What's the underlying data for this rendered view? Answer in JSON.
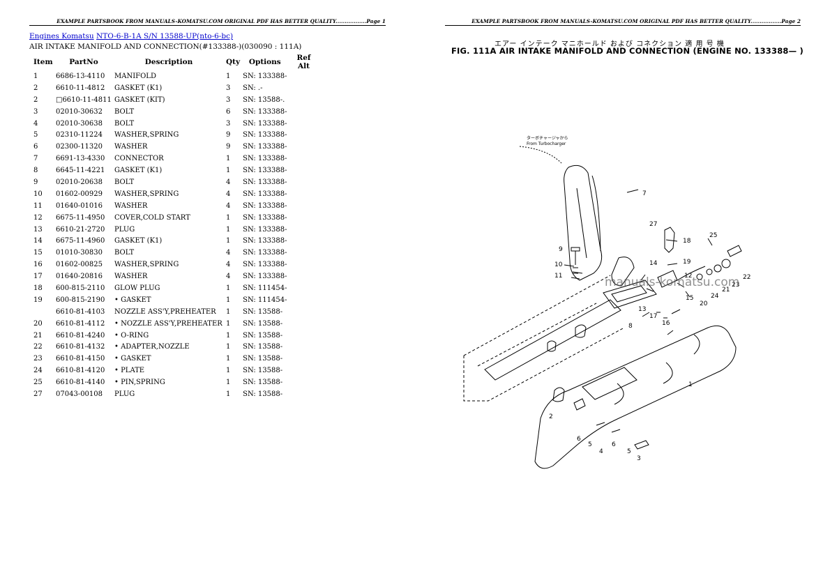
{
  "banner_left": "EXAMPLE PARTSBOOK FROM MANUALS-KOMATSU.COM ORIGINAL PDF HAS BETTER QUALITY.................Page 1",
  "banner_right": "EXAMPLE PARTSBOOK FROM MANUALS-KOMATSU.COM ORIGINAL PDF HAS BETTER QUALITY.................Page 2",
  "breadcrumb": {
    "link1": "Engines Komatsu",
    "link2": "NTO-6-B-1A S/N 13588-UP(nto-6-bc)"
  },
  "subtitle": "AIR INTAKE MANIFOLD AND CONNECTION(#133388-)(030090 : 111A)",
  "table": {
    "headers": [
      "Item",
      "PartNo",
      "Description",
      "Qty",
      "Options",
      "Ref Alt"
    ],
    "rows": [
      [
        "1",
        "6686-13-4110",
        "MANIFOLD",
        "1",
        "SN: 133388-"
      ],
      [
        "2",
        "6610-11-4812",
        "GASKET (K1)",
        "3",
        "SN: .-"
      ],
      [
        "2",
        "□6610-11-4811",
        "GASKET (KIT)",
        "3",
        "SN: 13588-."
      ],
      [
        "3",
        "02010-30632",
        "BOLT",
        "6",
        "SN: 133388-"
      ],
      [
        "4",
        "02010-30638",
        "BOLT",
        "3",
        "SN: 133388-"
      ],
      [
        "5",
        "02310-11224",
        "WASHER,SPRING",
        "9",
        "SN: 133388-"
      ],
      [
        "6",
        "02300-11320",
        "WASHER",
        "9",
        "SN: 133388-"
      ],
      [
        "7",
        "6691-13-4330",
        "CONNECTOR",
        "1",
        "SN: 133388-"
      ],
      [
        "8",
        "6645-11-4221",
        "GASKET (K1)",
        "1",
        "SN: 133388-"
      ],
      [
        "9",
        "02010-20638",
        "BOLT",
        "4",
        "SN: 133388-"
      ],
      [
        "10",
        "01602-00929",
        "WASHER,SPRING",
        "4",
        "SN: 133388-"
      ],
      [
        "11",
        "01640-01016",
        "WASHER",
        "4",
        "SN: 133388-"
      ],
      [
        "12",
        "6675-11-4950",
        "COVER,COLD START",
        "1",
        "SN: 133388-"
      ],
      [
        "13",
        "6610-21-2720",
        "PLUG",
        "1",
        "SN: 133388-"
      ],
      [
        "14",
        "6675-11-4960",
        "GASKET (K1)",
        "1",
        "SN: 133388-"
      ],
      [
        "15",
        "01010-30830",
        "BOLT",
        "4",
        "SN: 133388-"
      ],
      [
        "16",
        "01602-00825",
        "WASHER,SPRING",
        "4",
        "SN: 133388-"
      ],
      [
        "17",
        "01640-20816",
        "WASHER",
        "4",
        "SN: 133388-"
      ],
      [
        "18",
        "600-815-2110",
        "GLOW PLUG",
        "1",
        "SN: 111454-"
      ],
      [
        "19",
        "600-815-2190",
        "• GASKET",
        "1",
        "SN: 111454-"
      ],
      [
        "",
        "6610-81-4103",
        "NOZZLE ASS'Y,PREHEATER",
        "1",
        "SN: 13588-"
      ],
      [
        "20",
        "6610-81-4112",
        "• NOZZLE ASS'Y,PREHEATER",
        "1",
        "SN: 13588-"
      ],
      [
        "21",
        "6610-81-4240",
        "• O-RING",
        "1",
        "SN: 13588-"
      ],
      [
        "22",
        "6610-81-4132",
        "• ADAPTER,NOZZLE",
        "1",
        "SN: 13588-"
      ],
      [
        "23",
        "6610-81-4150",
        "• GASKET",
        "1",
        "SN: 13588-"
      ],
      [
        "24",
        "6610-81-4120",
        "• PLATE",
        "1",
        "SN: 13588-"
      ],
      [
        "25",
        "6610-81-4140",
        "• PIN,SPRING",
        "1",
        "SN: 13588-"
      ],
      [
        "27",
        "07043-00108",
        "PLUG",
        "1",
        "SN: 13588-"
      ]
    ]
  },
  "figure": {
    "jp_title": "エアー インテーク マニホールド および コネクション 適 用 号 機",
    "title": "FIG. 111A  AIR INTAKE MANIFOLD AND CONNECTION (ENGINE NO. 133388— )",
    "turbo_label_jp": "ターボチャージャから",
    "turbo_label_en": "From Turbocharger",
    "watermark": "manuals-komatsu.com",
    "callouts": [
      "1",
      "2",
      "3",
      "4",
      "5",
      "6",
      "7",
      "8",
      "9",
      "10",
      "11",
      "12",
      "13",
      "14",
      "15",
      "16",
      "17",
      "18",
      "19",
      "20",
      "21",
      "22",
      "23",
      "24",
      "25",
      "27"
    ]
  }
}
